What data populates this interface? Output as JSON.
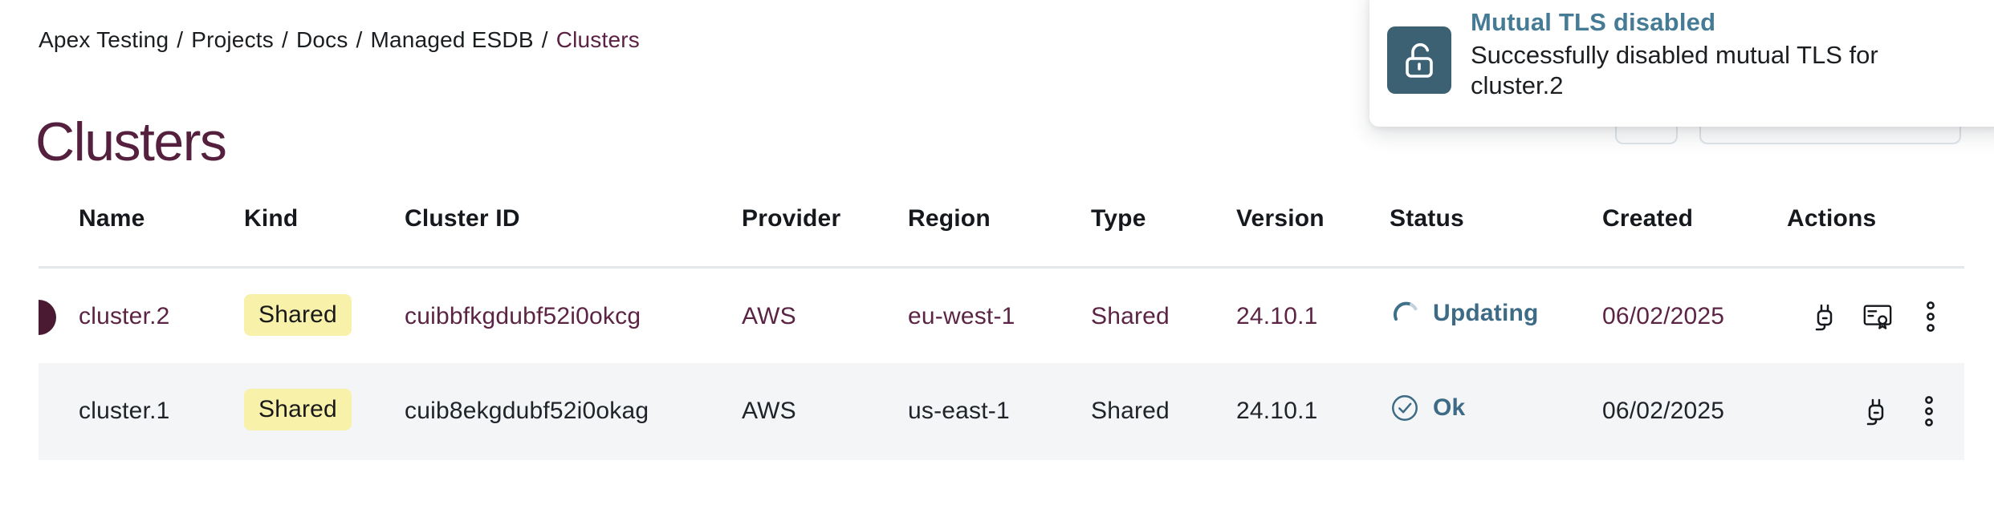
{
  "colors": {
    "maroon": "#5c2444",
    "title_maroon": "#54203e",
    "teal_status": "#3d6b85",
    "toast_icon_bg": "#3c6173",
    "toast_title": "#467b95",
    "badge_bg": "#f7f1aa",
    "row_alt_bg": "#f3f5f7",
    "divider": "#e3e8ed",
    "button_border": "#dee5ea"
  },
  "breadcrumb": {
    "separator": "/",
    "items": [
      {
        "label": "Apex Testing"
      },
      {
        "label": "Projects"
      },
      {
        "label": "Docs"
      },
      {
        "label": "Managed ESDB"
      },
      {
        "label": "Clusters"
      }
    ]
  },
  "page": {
    "title": "Clusters"
  },
  "toast": {
    "icon": "unlock-icon",
    "title": "Mutual TLS disabled",
    "message": "Successfully disabled mutual TLS for cluster.2"
  },
  "toolbar": {
    "refresh_icon": "refresh-icon",
    "dropdown_icon": "chevron-down-icon"
  },
  "table": {
    "columns": [
      "Name",
      "Kind",
      "Cluster ID",
      "Provider",
      "Region",
      "Type",
      "Version",
      "Status",
      "Created",
      "Actions"
    ],
    "rows": [
      {
        "name": "cluster.2",
        "kind": "Shared",
        "cluster_id": "cuibbfkgdubf52i0okcg",
        "provider": "AWS",
        "region": "eu-west-1",
        "type": "Shared",
        "version": "24.10.1",
        "status": "Updating",
        "status_icon": "spinner-icon",
        "created": "06/02/2025",
        "actions": [
          "plug-icon",
          "certificate-icon",
          "kebab-menu-icon"
        ],
        "highlighted": true
      },
      {
        "name": "cluster.1",
        "kind": "Shared",
        "cluster_id": "cuib8ekgdubf52i0okag",
        "provider": "AWS",
        "region": "us-east-1",
        "type": "Shared",
        "version": "24.10.1",
        "status": "Ok",
        "status_icon": "check-circle-icon",
        "created": "06/02/2025",
        "actions": [
          "plug-icon",
          "kebab-menu-icon"
        ],
        "highlighted": false
      }
    ]
  }
}
